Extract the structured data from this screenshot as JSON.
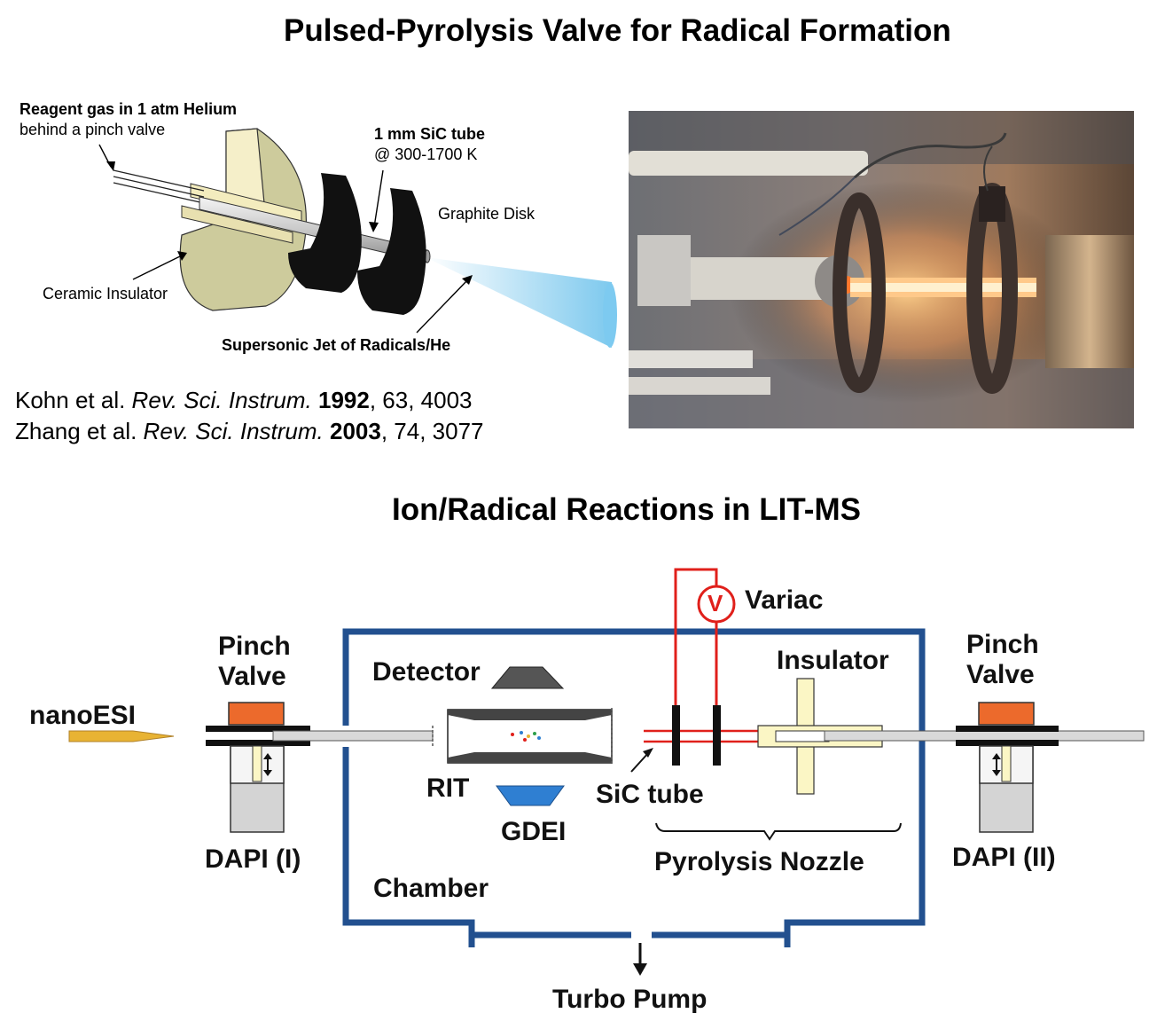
{
  "top": {
    "title": "Pulsed-Pyrolysis Valve for Radical Formation",
    "schematic": {
      "reagent_line1": "Reagent gas in 1 atm Helium",
      "reagent_line2": "behind a pinch valve",
      "sic_line1": "1 mm SiC tube",
      "sic_line2": "@ 300-1700 K",
      "graphite": "Graphite Disk",
      "ceramic": "Ceramic Insulator",
      "jet": "Supersonic Jet of Radicals/He"
    },
    "references": [
      {
        "authors": "Kohn et al. ",
        "journal": "Rev. Sci. Instrum.",
        "year": "1992",
        "rest": ", 63, 4003"
      },
      {
        "authors": "Zhang et al. ",
        "journal": "Rev. Sci. Instrum.",
        "year": "2003",
        "rest": ", 74, 3077"
      }
    ]
  },
  "bottom": {
    "title": "Ion/Radical Reactions in LIT-MS",
    "labels": {
      "pinch_left_1": "Pinch",
      "pinch_left_2": "Valve",
      "nanoesi": "nanoESI",
      "dapi_left": "DAPI (I)",
      "detector": "Detector",
      "rit": "RIT",
      "gdei": "GDEI",
      "chamber": "Chamber",
      "variac_symbol": "V",
      "variac": "Variac",
      "insulator": "Insulator",
      "sic_tube": "SiC tube",
      "pyrolysis": "Pyrolysis Nozzle",
      "pinch_right_1": "Pinch",
      "pinch_right_2": "Valve",
      "dapi_right": "DAPI (II)",
      "turbo": "Turbo Pump"
    }
  },
  "colors": {
    "chamber_blue": "#22508f",
    "wire_red": "#e0201b",
    "valve_orange": "#ec6a2c",
    "gdei_blue": "#2f7fd2",
    "insulator_cream": "#fbf6c5",
    "nanoesi_gold": "#e8b333"
  }
}
